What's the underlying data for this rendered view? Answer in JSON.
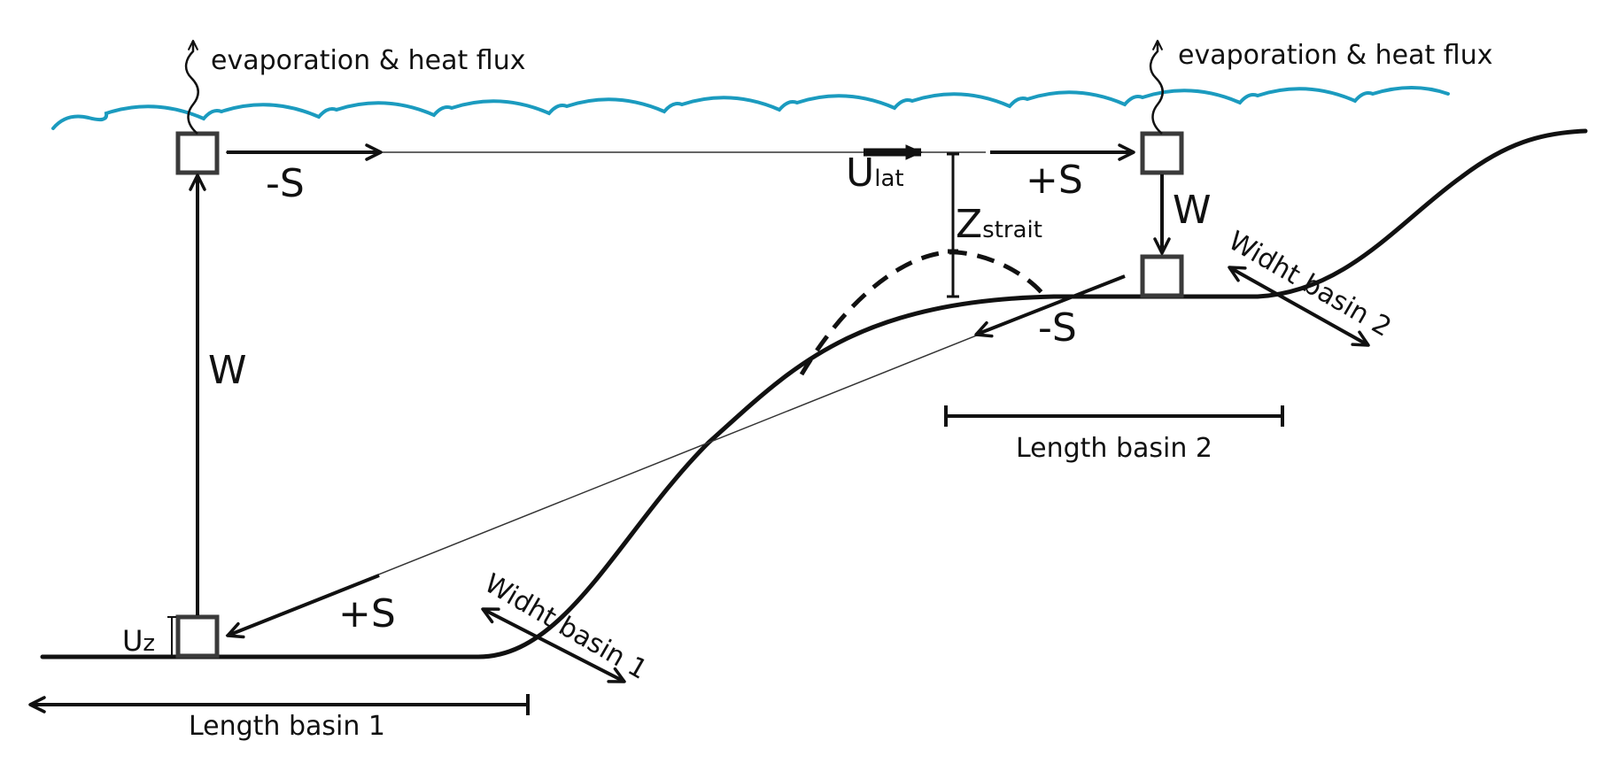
{
  "colors": {
    "water": "#1b9bbf",
    "line": "#111111",
    "box": "#3a3a3a"
  },
  "labels": {
    "evap_left": "evaporation & heat flux",
    "evap_right": "evaporation & heat flux",
    "minus_s_top": "-S",
    "plus_s_top": "+S",
    "minus_s_mid": "-S",
    "plus_s_bottom": "+S",
    "w_left": "W",
    "w_right": "W",
    "u_lat_main": "U",
    "u_lat_sub": "lat",
    "z_strait_main": "Z",
    "z_strait_sub": "strait",
    "u_z_main": "U",
    "u_z_sub": "z",
    "length_basin_1": "Length basin 1",
    "length_basin_2": "Length basin 2",
    "width_basin_1": "Widht basin 1",
    "width_basin_2": "Widht basin 2"
  }
}
